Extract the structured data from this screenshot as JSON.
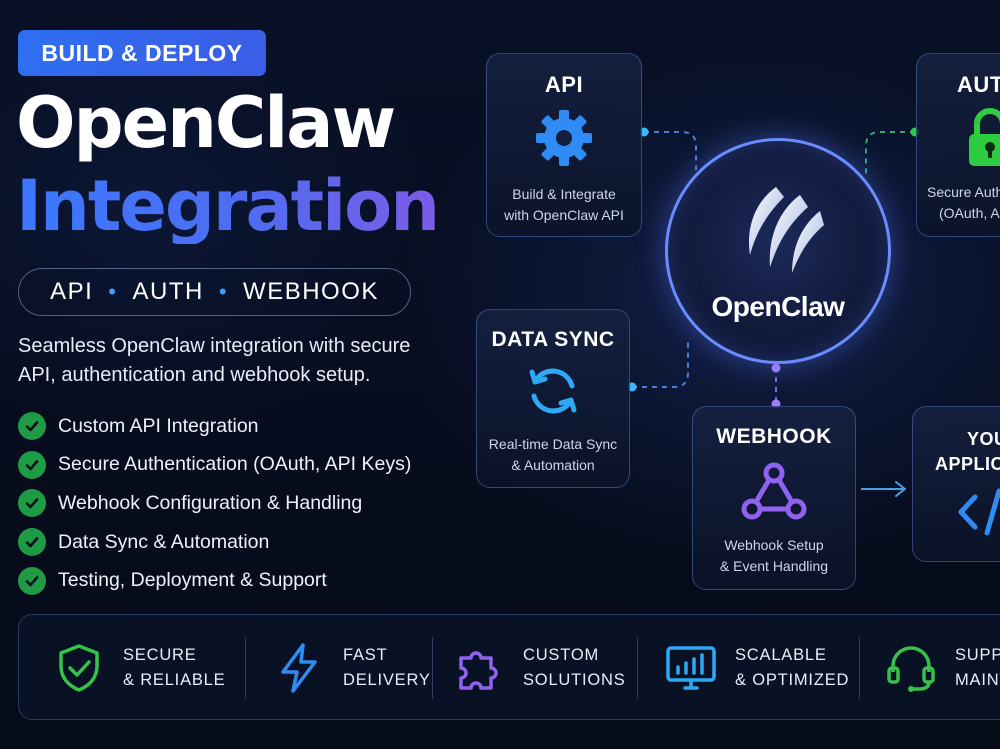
{
  "hero": {
    "badge": "BUILD & DEPLOY",
    "title_line1": "OpenClaw",
    "title_line2": "Integration",
    "tags": [
      "API",
      "AUTH",
      "WEBHOOK"
    ],
    "description": "Seamless OpenClaw integration with secure API, authentication and webhook setup.",
    "features": [
      "Custom API Integration",
      "Secure Authentication (OAuth, API Keys)",
      "Webhook Configuration & Handling",
      "Data Sync & Automation",
      "Testing, Deployment & Support"
    ]
  },
  "diagram": {
    "hub_name": "OpenClaw",
    "cards": {
      "api": {
        "title": "API",
        "line1": "Build & Integrate",
        "line2": "with OpenClaw API",
        "icon": "gear-icon"
      },
      "auth": {
        "title": "AUT",
        "line1": "Secure Auth",
        "line2": "(OAuth, A",
        "icon": "lock-icon"
      },
      "datasync": {
        "title": "DATA SYNC",
        "line1": "Real-time Data Sync",
        "line2": "& Automation",
        "icon": "sync-icon"
      },
      "webhook": {
        "title": "WEBHOOK",
        "line1": "Webhook Setup",
        "line2": "& Event Handling",
        "icon": "webhook-icon"
      },
      "app": {
        "title1": "YOU",
        "title2": "APPLICA",
        "icon": "code-icon"
      }
    }
  },
  "bottom_bar": {
    "items": [
      {
        "label": "SECURE\n& RELIABLE",
        "icon": "shield-check-icon"
      },
      {
        "label": "FAST\nDELIVERY",
        "icon": "lightning-icon"
      },
      {
        "label": "CUSTOM\nSOLUTIONS",
        "icon": "puzzle-icon"
      },
      {
        "label": "SCALABLE\n& OPTIMIZED",
        "icon": "monitor-chart-icon"
      },
      {
        "label": "SUPPO\nMAINT",
        "icon": "headset-icon"
      }
    ]
  },
  "colors": {
    "background": "#070d1c",
    "badge": "#2f6ef0",
    "accent_blue": "#3a78ff",
    "accent_purple": "#7c5ce8",
    "check_green": "#1f9a45",
    "auth_green": "#2ecc40"
  }
}
